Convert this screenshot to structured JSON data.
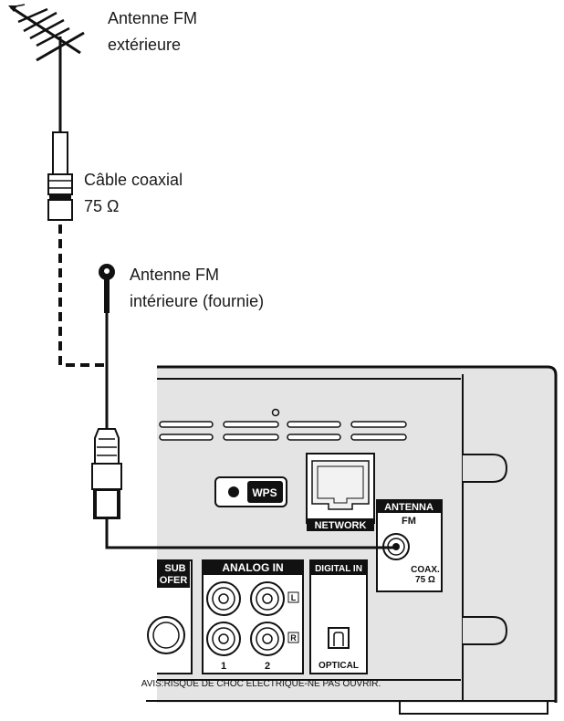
{
  "callouts": {
    "outdoor_antenna_line1": "Antenne FM",
    "outdoor_antenna_line2": "extérieure",
    "coax_cable_line1": "Câble coaxial",
    "coax_cable_line2": "75 Ω",
    "indoor_antenna_line1": "Antenne FM",
    "indoor_antenna_line2": "intérieure (fournie)"
  },
  "panel": {
    "wps_label": "WPS",
    "network_label": "NETWORK",
    "antenna_title": "ANTENNA",
    "antenna_fm": "FM",
    "antenna_coax": "COAX.",
    "antenna_ohm": "75 Ω",
    "analog_in_title": "ANALOG IN",
    "analog_channel_1": "1",
    "analog_channel_2": "2",
    "analog_left": "L",
    "analog_right": "R",
    "subwoofer_line1": "SUB",
    "subwoofer_line2": "OFER",
    "digital_in_title": "DIGITAL IN",
    "optical_label": "OPTICAL",
    "warning_text": "AVIS:RISQUE DE CHOC ELECTRIQUE-NE PAS OUVRIR."
  },
  "colors": {
    "panel_fill": "#e3e3e3",
    "line": "#111111"
  }
}
